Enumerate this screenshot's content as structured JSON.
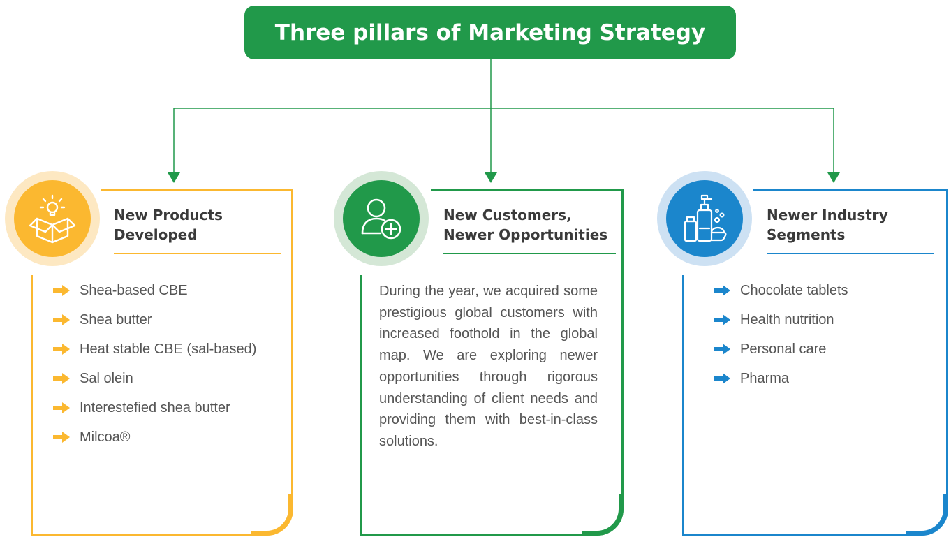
{
  "title": "Three pillars of Marketing Strategy",
  "colors": {
    "green": "#21994a",
    "yellow": "#fbb830",
    "blue": "#1b86cc"
  },
  "pillars": [
    {
      "icon": "lightbulb-box-icon",
      "heading_line1": "New Products",
      "heading_line2": "Developed",
      "items": [
        "Shea-based CBE",
        "Shea butter",
        "Heat stable CBE (sal-based)",
        "Sal olein",
        "Interestefied shea butter",
        "Milcoa®"
      ]
    },
    {
      "icon": "add-user-icon",
      "heading_line1": "New Customers,",
      "heading_line2": "Newer Opportunities",
      "text": "During the year, we acquired some prestigious global customers with increased foothold in the global map. We are exploring newer opportunities through rigorous understanding of client needs and providing them with best-in-class solutions."
    },
    {
      "icon": "personal-care-products-icon",
      "heading_line1": "Newer Industry",
      "heading_line2": "Segments",
      "items": [
        "Chocolate tablets",
        "Health nutrition",
        "Personal care",
        "Pharma"
      ]
    }
  ]
}
